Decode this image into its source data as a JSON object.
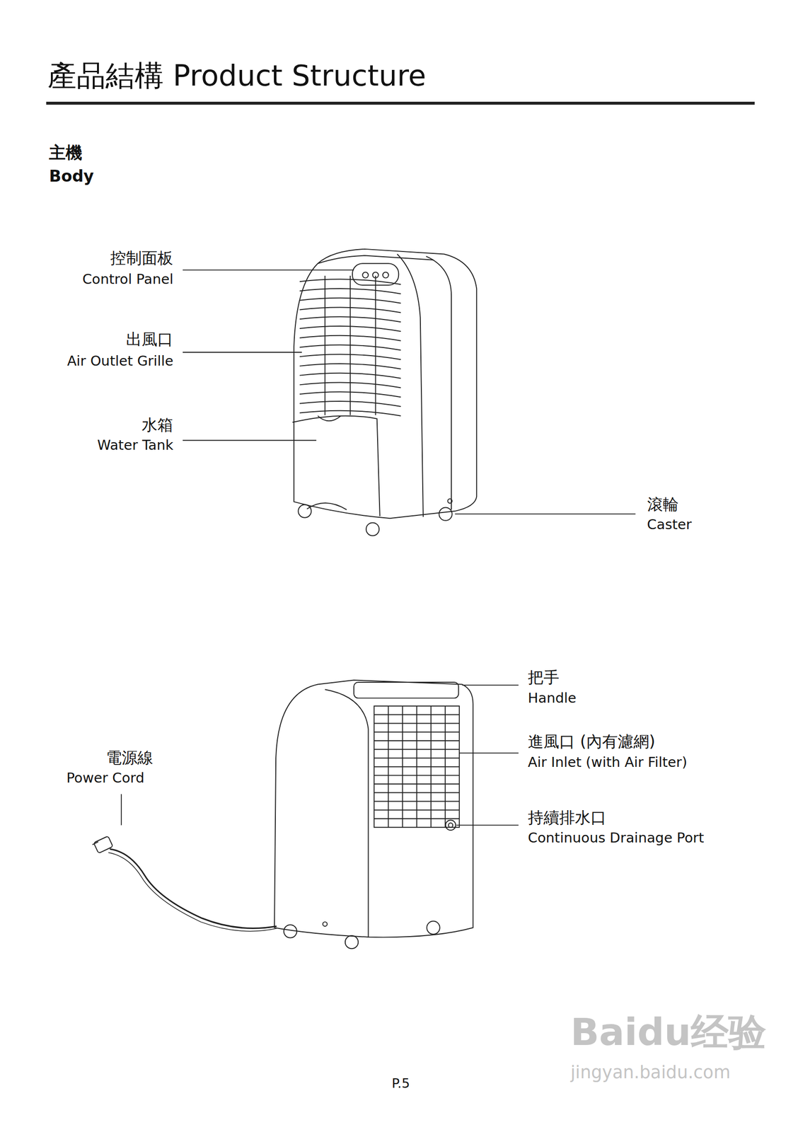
{
  "diagram": {
    "title": "產品結構 Product Structure",
    "labels": [
      "主機",
      "Body",
      "控制面板",
      "Control Panel",
      "出風口",
      "Air Outlet Grille",
      "水箱",
      "Water Tank",
      "滾輪",
      "Caster",
      "把手",
      "Handle",
      "進風口 (內有濾網)",
      "Air Inlet (with Air Filter)",
      "持續排水口",
      "Continuous Drainage Port",
      "電源線",
      "Power Cord",
      "P.5",
      "Baidu经验",
      "jingyan.baidu.com"
    ]
  }
}
